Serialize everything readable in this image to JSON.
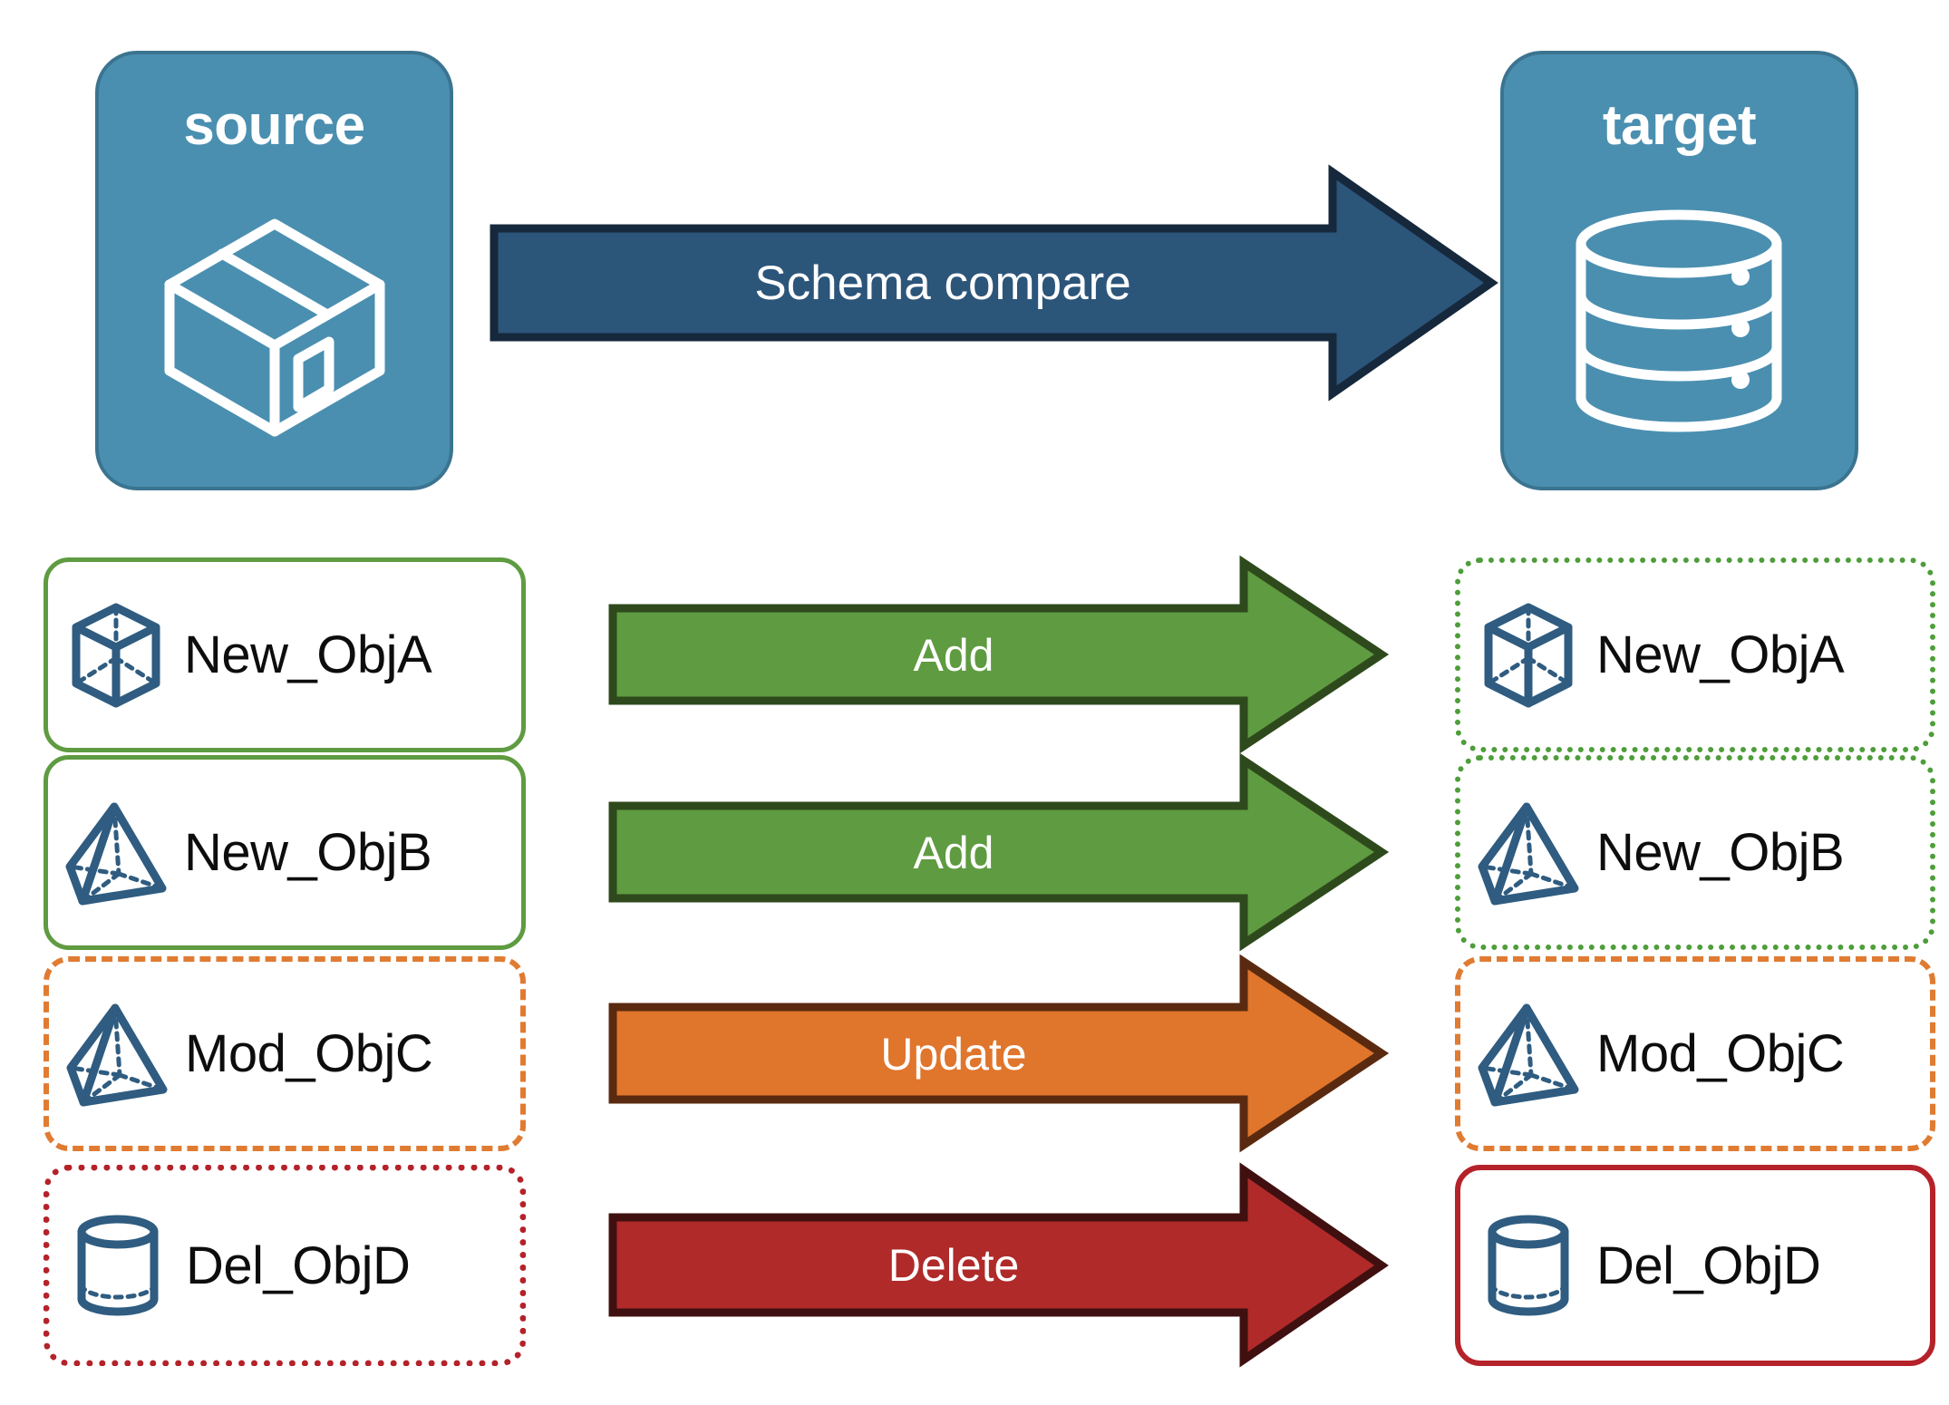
{
  "diagram": {
    "title_hidden": "",
    "endpoints": [
      {
        "id": "source",
        "label": "source",
        "icon": "package-box-icon"
      },
      {
        "id": "target",
        "label": "target",
        "icon": "database-cylinder-icon"
      }
    ],
    "compare_arrow": {
      "label": "Schema compare",
      "fill": "#2C557A",
      "stroke": "#16283C",
      "text_color": "#FFFFFF"
    },
    "rows": [
      {
        "source": {
          "label": "New_ObjA",
          "icon": "wireframe-cube-icon",
          "border_style": "solid",
          "border_color": "#5F9B41"
        },
        "arrow": {
          "label": "Add",
          "fill": "#5F9B41",
          "stroke": "#2E4A1C",
          "text_color": "#FFFFFF"
        },
        "target": {
          "label": "New_ObjA",
          "icon": "wireframe-cube-icon",
          "border_style": "dotted",
          "border_color": "#4E9D3A"
        }
      },
      {
        "source": {
          "label": "New_ObjB",
          "icon": "wireframe-pyramid-icon",
          "border_style": "solid",
          "border_color": "#5F9B41"
        },
        "arrow": {
          "label": "Add",
          "fill": "#5F9B41",
          "stroke": "#2E4A1C",
          "text_color": "#FFFFFF"
        },
        "target": {
          "label": "New_ObjB",
          "icon": "wireframe-pyramid-icon",
          "border_style": "dotted",
          "border_color": "#4E9D3A"
        }
      },
      {
        "source": {
          "label": "Mod_ObjC",
          "icon": "wireframe-pyramid-icon",
          "border_style": "dashed",
          "border_color": "#E07B32"
        },
        "arrow": {
          "label": "Update",
          "fill": "#E0752C",
          "stroke": "#5A2A10",
          "text_color": "#FFFFFF"
        },
        "target": {
          "label": "Mod_ObjC",
          "icon": "wireframe-pyramid-icon",
          "border_style": "dashed",
          "border_color": "#E07B32"
        }
      },
      {
        "source": {
          "label": "Del_ObjD",
          "icon": "wireframe-cylinder-icon",
          "border_style": "dotted",
          "border_color": "#B5222A"
        },
        "arrow": {
          "label": "Delete",
          "fill": "#B02A2A",
          "stroke": "#401010",
          "text_color": "#FFFFFF"
        },
        "target": {
          "label": "Del_ObjD",
          "icon": "wireframe-cylinder-icon",
          "border_style": "solid",
          "border_color": "#B5222A"
        }
      }
    ],
    "colors": {
      "endpoint_fill": "#4A8FB0",
      "endpoint_stroke": "#3B7490",
      "endpoint_text": "#FFFFFF",
      "icon_blue": "#2F5C80",
      "card_text": "#0D0D0D",
      "background": "#FFFFFF"
    }
  }
}
